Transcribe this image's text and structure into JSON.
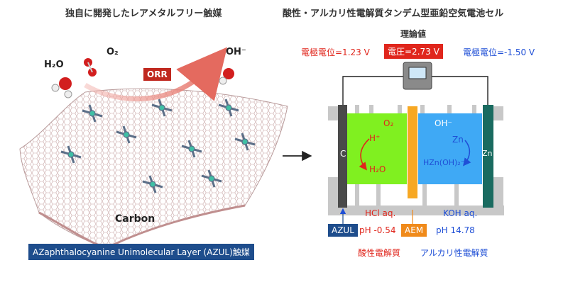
{
  "left": {
    "title": "独自に開発したレアメタルフリー触媒",
    "h2o_label": "H₂O",
    "o2_label": "O₂",
    "oh_label": "OH⁻",
    "orr_label": "ORR",
    "carbon_label": "Carbon",
    "caption": "AZaphthalocyanine Unimolecular Layer (AZUL)触媒",
    "caption_bg": "#1e4d8c"
  },
  "right": {
    "title": "酸性・アルカリ性電解質タンデム型亜鉛空気電池セル",
    "theory_label": "理論値",
    "left_potential": "電極電位=1.23 V",
    "voltage": "電圧=2.73 V",
    "right_potential": "電極電位=-1.50 V",
    "electrode_c": "C",
    "electrode_zn": "Zn",
    "o2": "O₂",
    "h_plus": "H⁺",
    "h2o": "H₂O",
    "oh_minus": "OH⁻",
    "zn": "Zn",
    "hzn": "HZn(OH)₂⁻",
    "acid_electrolyte": "HCl aq.",
    "alkali_electrolyte": "KOH aq.",
    "azul_tag": "AZUL",
    "acid_ph": "pH -0.54",
    "aem_tag": "AEM",
    "alkali_ph": "pH 14.78",
    "acid_label": "酸性電解質",
    "alkali_label": "アルカリ性電解質",
    "colors": {
      "acid_fill": "#80f020",
      "alkali_fill": "#3fa9f5",
      "aem_fill": "#f7a823",
      "carbon_electrode": "#4a4a4a",
      "zn_electrode": "#1a6b60",
      "frame": "#c8c8c8",
      "red": "#e0261c",
      "blue": "#1f4fd6",
      "azul_tag": "#1e4d8c",
      "aem_tag": "#f08a1a"
    }
  }
}
